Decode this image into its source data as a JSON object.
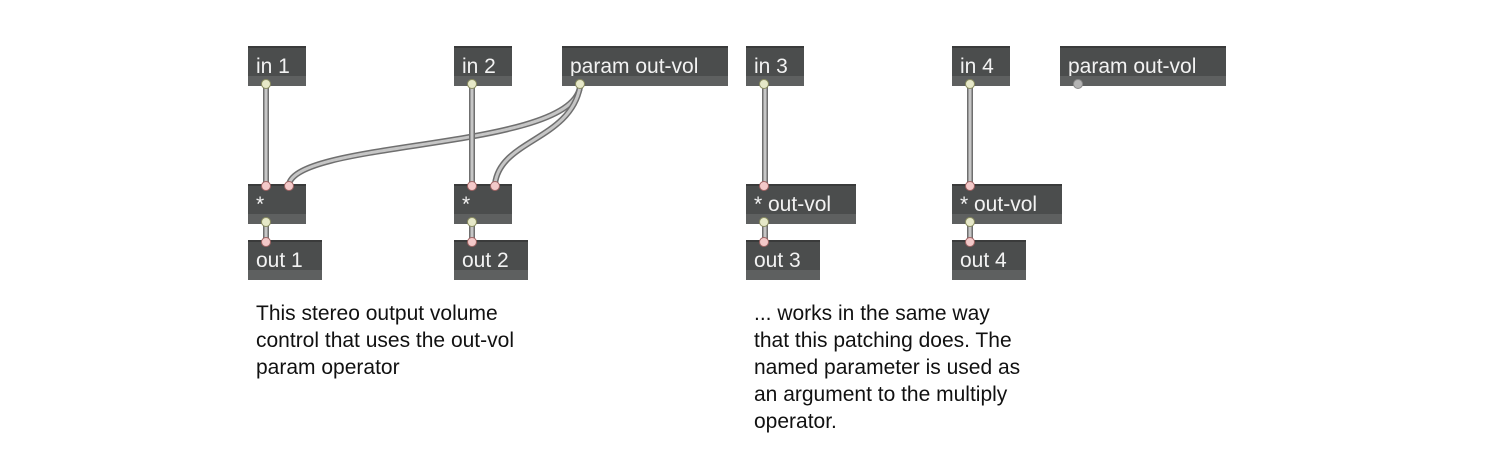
{
  "objects": {
    "in1": "in 1",
    "in2": "in 2",
    "param1": "param out-vol",
    "in3": "in 3",
    "in4": "in 4",
    "param2": "param out-vol",
    "mul1": "*",
    "mul2": "*",
    "mul3": "* out-vol",
    "mul4": "* out-vol",
    "out1": "out 1",
    "out2": "out 2",
    "out3": "out 3",
    "out4": "out 4"
  },
  "comments": {
    "left": [
      "This stereo output volume",
      "control that uses the out-vol",
      "param operator"
    ],
    "right": [
      "... works in the same way",
      "that this patching does. The",
      "named parameter is used as",
      "an argument to the multiply",
      "operator."
    ]
  },
  "colors": {
    "object_bg": "#4b4d4d",
    "object_text": "#f2f2f2",
    "signal_cord": "#b9b9b9",
    "inlet": "#f3c9c9",
    "outlet": "#e6e8c8"
  }
}
